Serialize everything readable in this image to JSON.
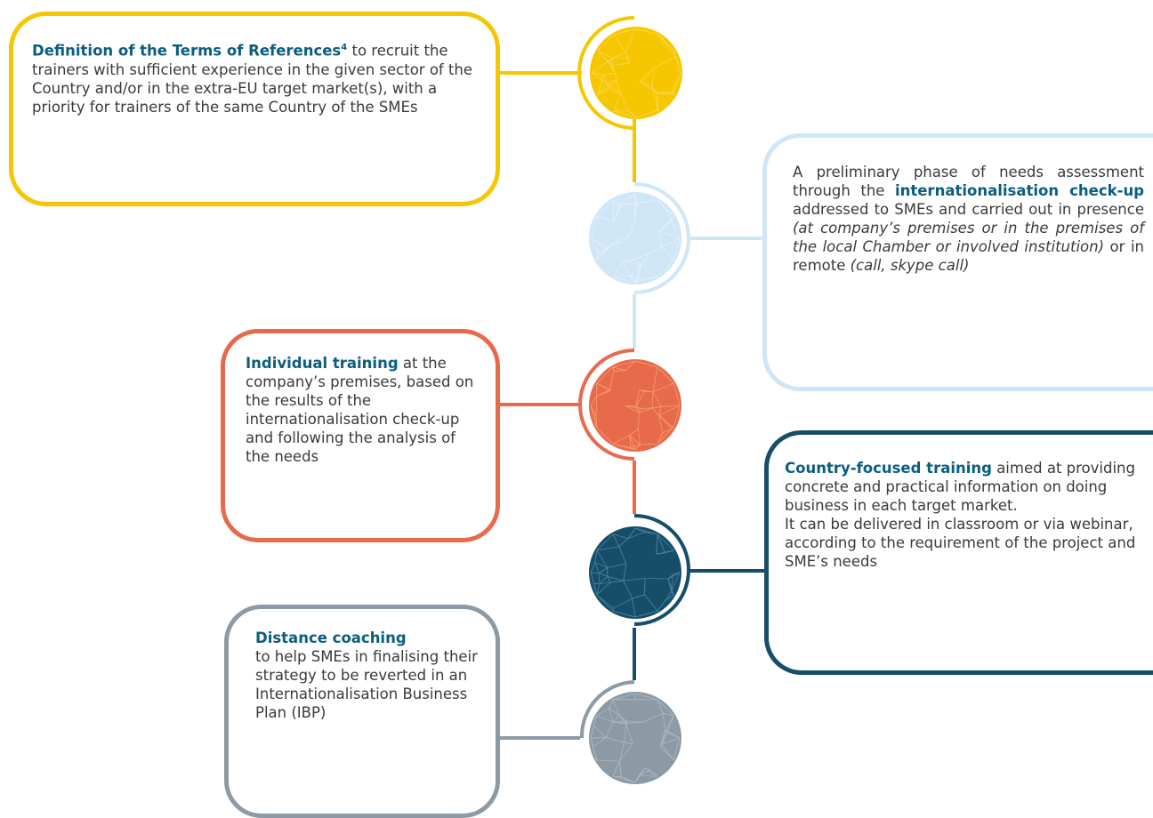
{
  "colors": {
    "yellow": "#f6c700",
    "light_blue": "#cfe6f7",
    "orange": "#e86a4c",
    "navy": "#164e69",
    "grey": "#8c9aa5",
    "highlight": "#0b5d80"
  },
  "steps": {
    "terms": {
      "title": "Definition of the Terms of References",
      "footnote": "4",
      "text": " to recruit the trainers with sufficient experience in the given sector of the Country and/or in the extra-EU target market(s), with a priority for trainers of the same Country of the SMEs"
    },
    "checkup": {
      "text_1": "A preliminary phase of needs assessment through the ",
      "title": "internationalisation check-up",
      "text_2": " addressed to SMEs and carried out in presence ",
      "italic_1": "(at company’s premises or in the premises of the local Chamber or involved institution)",
      "text_3": " or in remote ",
      "italic_2": "(call, skype call)"
    },
    "individual": {
      "title": "Individual training",
      "text": " at the company’s premises, based on the results of the internationalisation check-up and following the analysis of the needs"
    },
    "country": {
      "title": "Country-focused training",
      "text": " aimed at providing concrete and practical information on doing business in each target market.",
      "text_2": "It can be delivered in classroom or via webinar, according to the requirement of the project and SME’s needs"
    },
    "distance": {
      "title": "Distance coaching",
      "text": "to help SMEs in finalising their strategy to be reverted in an Internationalisation Business Plan (IBP)"
    }
  }
}
